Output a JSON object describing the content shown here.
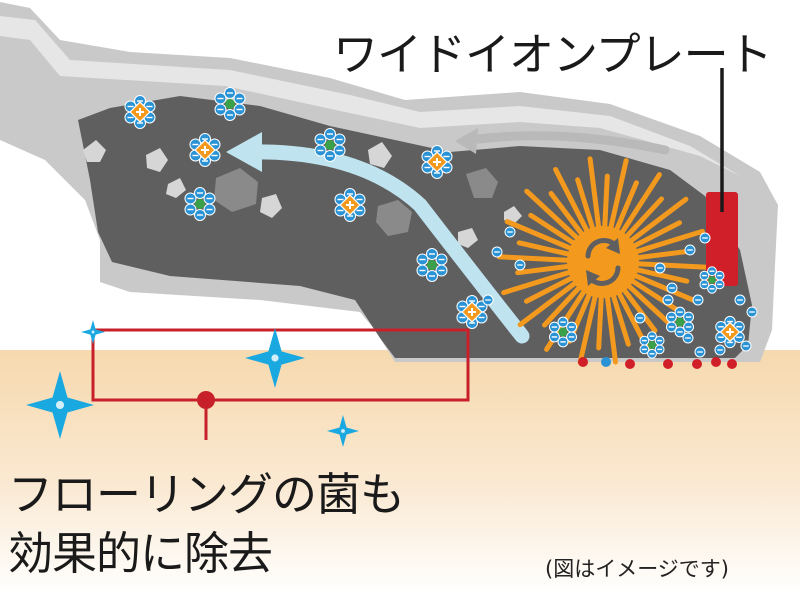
{
  "labels": {
    "plate": "ワイドイオンプレート",
    "caption_line1": "フローリングの菌も",
    "caption_line2": "効果的に除去",
    "note": "(図はイメージです)"
  },
  "symbols": {
    "positive": "+",
    "negative": "−"
  },
  "colors": {
    "floor": "#f6dcb6",
    "body_outer": "#c9c9c9",
    "body_inner": "#5f5f5f",
    "brush": "#f39a1e",
    "ion_blue": "#2a93d6",
    "ion_orange": "#f39a1e",
    "ion_green": "#3aa04a",
    "plate": "#d01f28",
    "callout": "#c8202a",
    "airflow": "#bfe3ef",
    "sparkle": "#1aa8e0",
    "dust": "#d6d6d6"
  },
  "icons": [
    "ion-cluster-icon",
    "sparkle-icon",
    "rotation-arrow-icon",
    "airflow-arrow-icon"
  ]
}
